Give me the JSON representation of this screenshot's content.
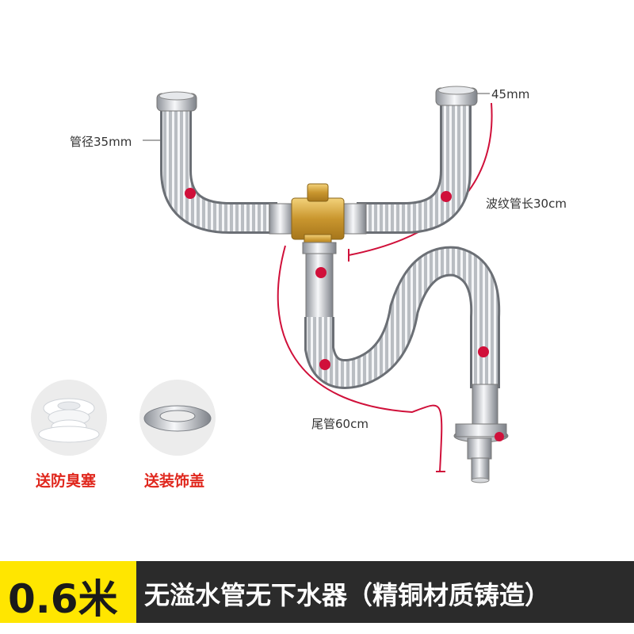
{
  "labels": {
    "pipe_diameter": "管径35mm",
    "outlet_size": "45mm",
    "corrugated_length": "波纹管长30cm",
    "tail_pipe": "尾管60cm"
  },
  "gifts": [
    {
      "label": "送防臭塞",
      "icon": "anti-odor-plug-icon"
    },
    {
      "label": "送装饰盖",
      "icon": "decorative-cover-ring-icon"
    }
  ],
  "banner": {
    "size": "0.6米",
    "title": "无溢水管无下水器（精铜材质铸造）"
  },
  "colors": {
    "accent_yellow": "#ffe600",
    "banner_dark": "#2b2b2b",
    "marker_red": "#d0103a",
    "gift_text_red": "#e0281e"
  }
}
